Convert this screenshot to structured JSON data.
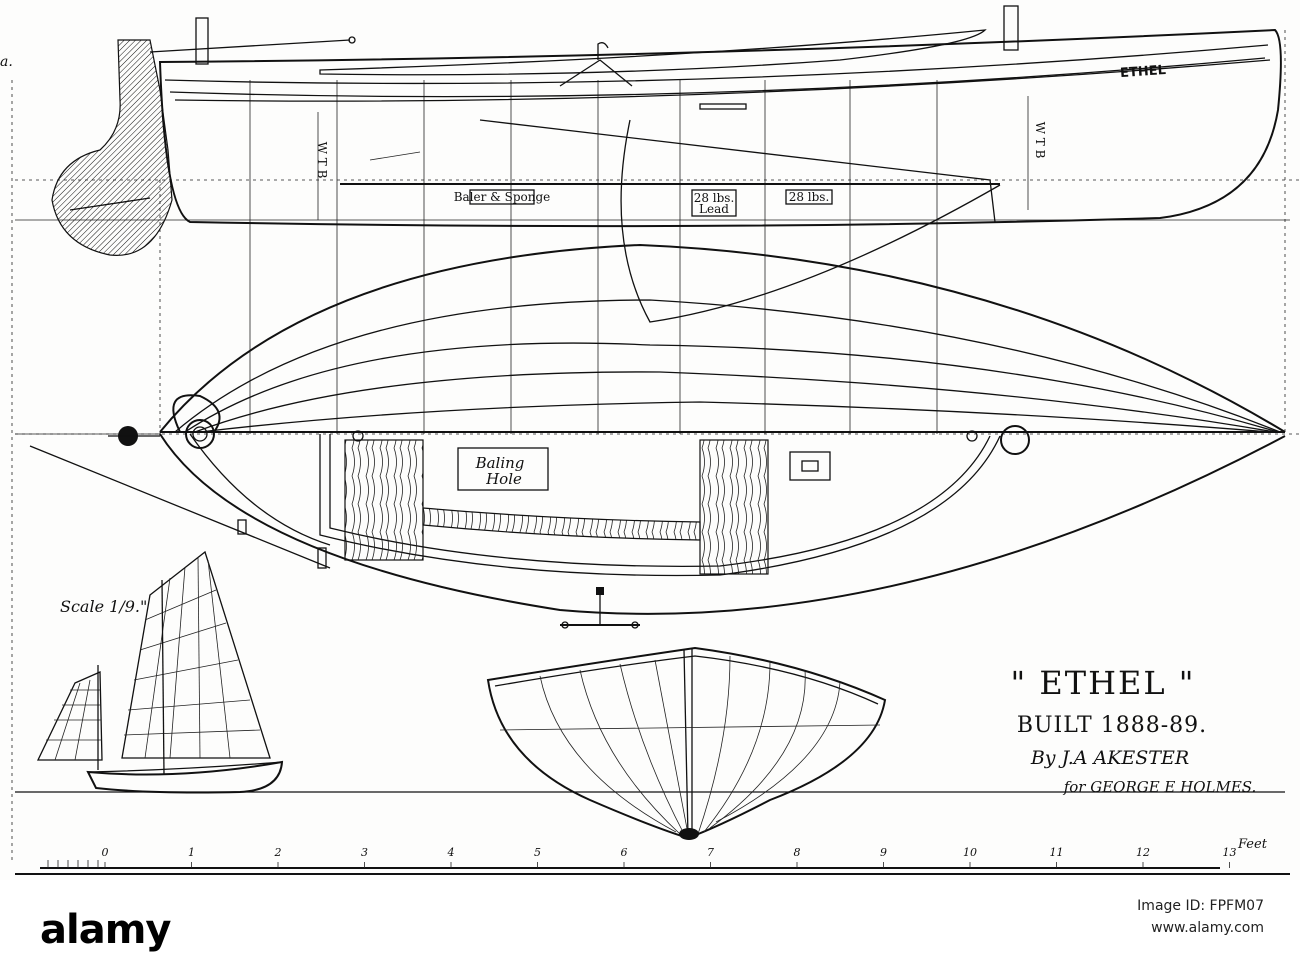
{
  "boat_name_on_hull": "ETHEL",
  "labels": {
    "wtb_aft": "W T B",
    "wtb_fwd": "W T B",
    "baler": "Baler & Sponge",
    "weight1": "28 lbs.",
    "weight1_sub": "Lead",
    "weight2": "28 lbs.",
    "baling_line1": "Baling",
    "baling_line2": "Hole",
    "scale_note": "Scale 1/9.\"",
    "margin_mark": "a."
  },
  "title_block": {
    "title": "\" ETHEL \"",
    "built": "BUILT 1888-89.",
    "by": "By J.A AKESTER",
    "for": "for GEORGE E HOLMES."
  },
  "scale_bar": {
    "ticks": [
      "0",
      "1",
      "2",
      "3",
      "4",
      "5",
      "6",
      "7",
      "8",
      "9",
      "10",
      "11",
      "12",
      "13"
    ],
    "unit": "Feet"
  },
  "watermark": {
    "logo": "alamy",
    "id_line1": "Image ID: FPFM07",
    "id_line2": "www.alamy.com"
  }
}
